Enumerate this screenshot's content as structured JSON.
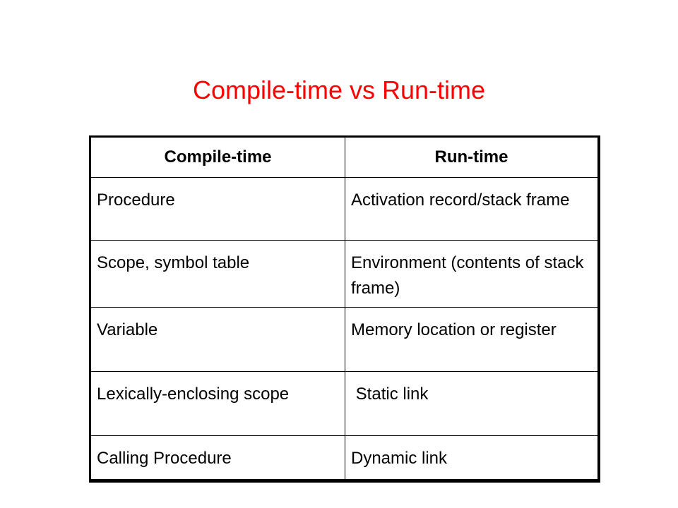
{
  "title": {
    "text": "Compile-time vs Run-time",
    "color": "#ff0000"
  },
  "table": {
    "headers": [
      "Compile-time",
      "Run-time"
    ],
    "rows": [
      [
        "Procedure",
        "Activation record/stack frame"
      ],
      [
        "Scope, symbol table",
        "Environment (contents of stack frame)"
      ],
      [
        "Variable",
        "Memory location or register"
      ],
      [
        "Lexically-enclosing scope",
        " Static link"
      ],
      [
        "Calling Procedure",
        "Dynamic link"
      ]
    ]
  }
}
